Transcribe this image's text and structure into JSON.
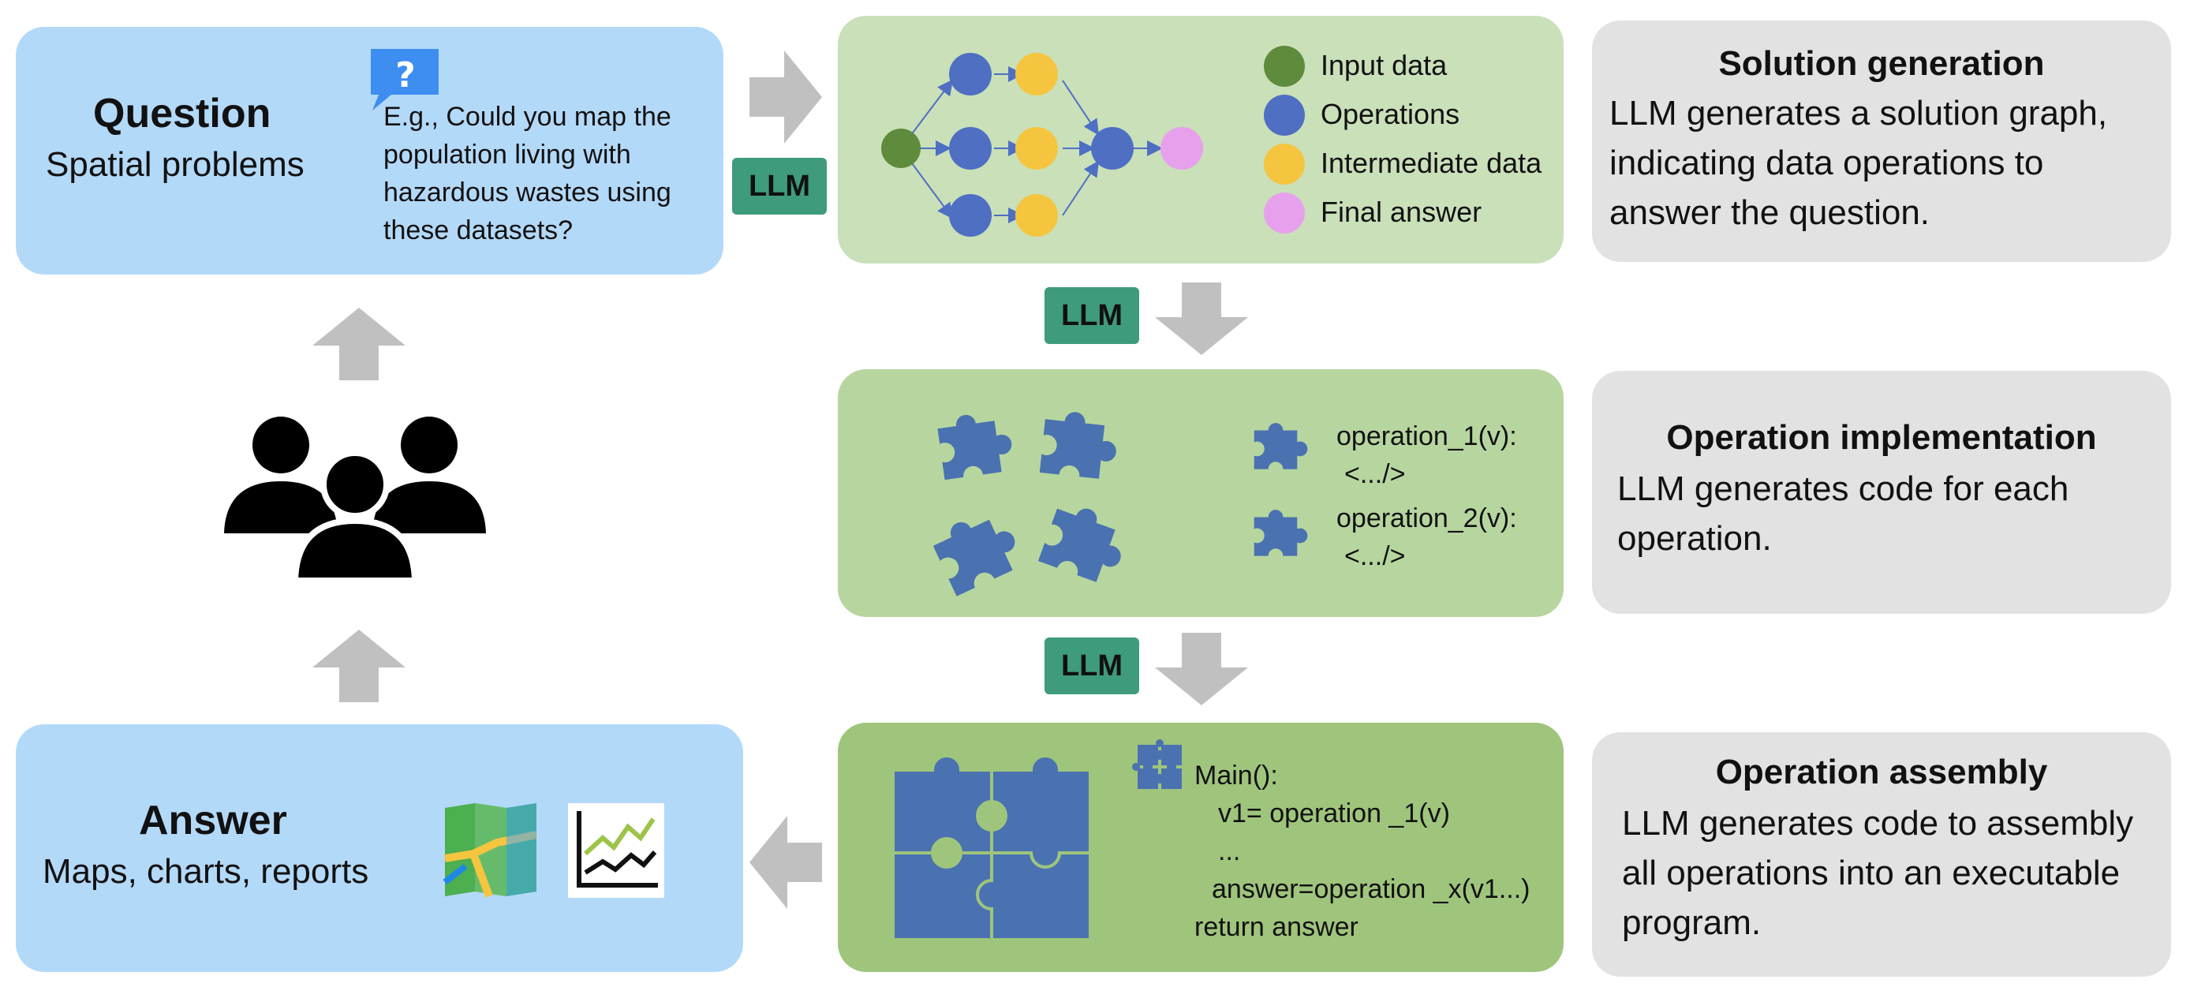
{
  "question": {
    "title": "Question",
    "subtitle": "Spatial problems",
    "example": "E.g., Could you map the population living with hazardous wastes using these datasets?"
  },
  "llm_badges": [
    "LLM",
    "LLM",
    "LLM"
  ],
  "legend": {
    "items": [
      {
        "label": "Input data",
        "color": "#5e8b3c"
      },
      {
        "label": "Operations",
        "color": "#4f6fc3"
      },
      {
        "label": "Intermediate data",
        "color": "#f5c540"
      },
      {
        "label": "Final answer",
        "color": "#e7a1ec"
      }
    ]
  },
  "steps": [
    {
      "title": "Solution generation",
      "text": "LLM generates a solution graph, indicating data operations to answer the question."
    },
    {
      "title": "Operation implementation",
      "text": "LLM generates code for each operation."
    },
    {
      "title": "Operation assembly",
      "text": "LLM generates code to assembly all operations into an executable program."
    }
  ],
  "operations": [
    {
      "signature": "operation_1(v):",
      "body": "<.../>"
    },
    {
      "signature": "operation_2(v):",
      "body": "<.../>"
    }
  ],
  "assembly_code": {
    "line1": "Main():",
    "line2": "v1= operation _1(v)",
    "line3": "...",
    "line4": "answer=operation _x(v1...)",
    "line5": "return answer"
  },
  "answer": {
    "title": "Answer",
    "subtitle": "Maps, charts, reports"
  },
  "colors": {
    "puzzle": "#4a72b0",
    "arrow": "#c0c0c0",
    "badge": "#3e9b7b",
    "question_bubble": "#3d8ef0"
  },
  "icons": [
    "question-bubble-icon",
    "users-group-icon",
    "map-icon",
    "line-chart-icon",
    "puzzle-icon"
  ]
}
